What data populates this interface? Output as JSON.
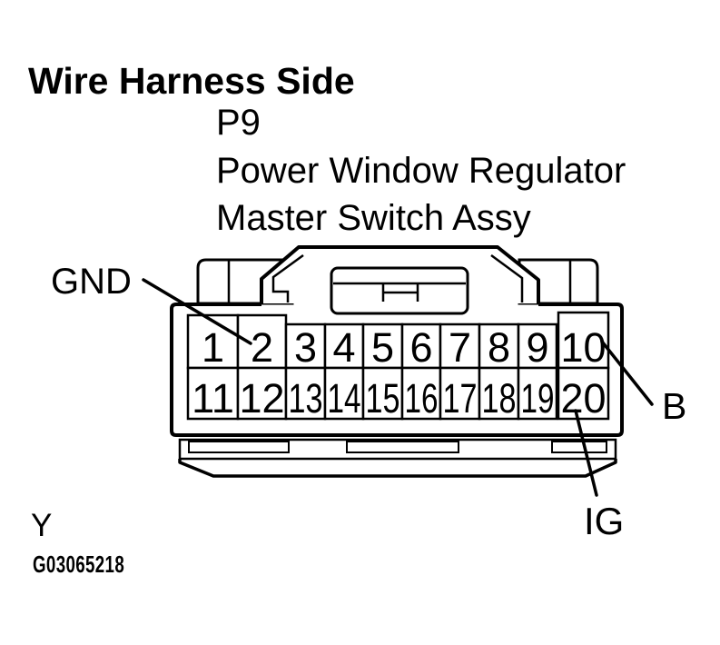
{
  "colors": {
    "ink": "#000000",
    "paper": "#ffffff"
  },
  "title": "Wire Harness Side",
  "connector_label": {
    "code": "P9",
    "name_line1": "Power Window Regulator",
    "name_line2": "Master Switch Assy"
  },
  "connector": {
    "pins": [
      "1",
      "2",
      "3",
      "4",
      "5",
      "6",
      "7",
      "8",
      "9",
      "10",
      "11",
      "12",
      "13",
      "14",
      "15",
      "16",
      "17",
      "18",
      "19",
      "20"
    ]
  },
  "callouts": {
    "gnd_pin2": "GND",
    "b_pin10": "B",
    "ig_pin20": "IG"
  },
  "footer": {
    "wire_color_code": "Y",
    "figure_number": "G03065218"
  }
}
